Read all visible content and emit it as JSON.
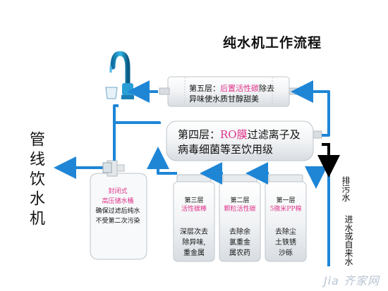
{
  "title": "纯水机工作流程",
  "pipeline_label": "管线饮水机",
  "drain_label": "排污水",
  "inlet_label": "进水或自来水",
  "stage5": {
    "prefix": "第五层：",
    "name": "后置活性碳",
    "line1_rest": "除去",
    "line2": "异味使水质甘醇甜美"
  },
  "stage4": {
    "prefix": "第四层：",
    "name": "RO膜",
    "line1_rest": "过滤离子及",
    "line2": "病毒细菌等至饮用级"
  },
  "tank": {
    "line1": "封闭式",
    "line2": "高压储水桶",
    "line3": "确保过滤后纯水",
    "line4": "不受第二次污染"
  },
  "stage3": {
    "prefix": "第三层",
    "name": "活性碳棒",
    "body": [
      "深层次去",
      "除异味,",
      "重金属"
    ]
  },
  "stage2": {
    "prefix": "第二层",
    "name": "颗粒活性碳",
    "body": [
      "去除余",
      "氯重金",
      "属农药"
    ]
  },
  "stage1": {
    "prefix": "第一层",
    "name": "5微米PP棉",
    "body": [
      "去除尘",
      "土铁锈",
      "沙砾"
    ]
  },
  "watermark": "Jia 齐家网",
  "colors": {
    "pipe": "#1f86d6",
    "drain": "#000000",
    "accent": "#e0338a"
  }
}
